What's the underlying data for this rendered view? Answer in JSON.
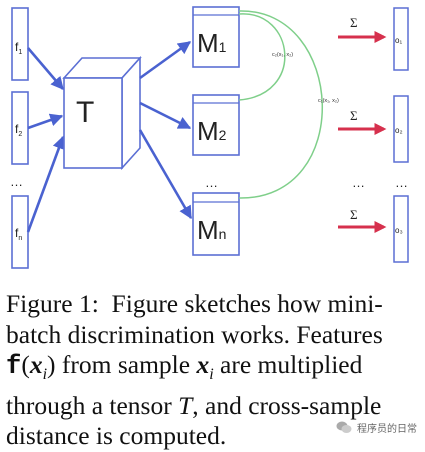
{
  "diagram": {
    "inputs": [
      "f",
      "f",
      "…",
      "f"
    ],
    "input_subscripts": [
      "1",
      "2",
      "",
      "n"
    ],
    "tensor_label": "T",
    "matrices": [
      "M",
      "M",
      "…",
      "M"
    ],
    "matrix_subscripts": [
      "1",
      "2",
      "",
      "n"
    ],
    "distance_labels": [
      "c₂(x₁, x₂)",
      "c₁(x₁, x₂)"
    ],
    "sum_symbol": "Σ",
    "outputs": [
      "o₁",
      "o₂",
      "…",
      "o₃"
    ],
    "colors": {
      "box": "#5b6fd4",
      "arrow": "#4a62d0",
      "arc": "#7fcf8a",
      "sum_arrow": "#d6304d",
      "label": "#222222"
    }
  },
  "caption": {
    "figure_label": "Figure 1:",
    "line1_rest": "Figure sketches how mini-",
    "line2": "batch discrimination works.  Features",
    "line3_func": "f",
    "line3_arg": "x",
    "line3_sub": "i",
    "line3_mid": "from sample",
    "line3_var": "x",
    "line3_var_sub": "i",
    "line3_end": "are multiplied",
    "line4_a": "through a tensor",
    "line4_var": "T",
    "line4_b": ", and cross-sample",
    "line5": "distance is computed."
  },
  "watermark": {
    "text": "程序员的日常",
    "icon": "wechat-icon"
  }
}
